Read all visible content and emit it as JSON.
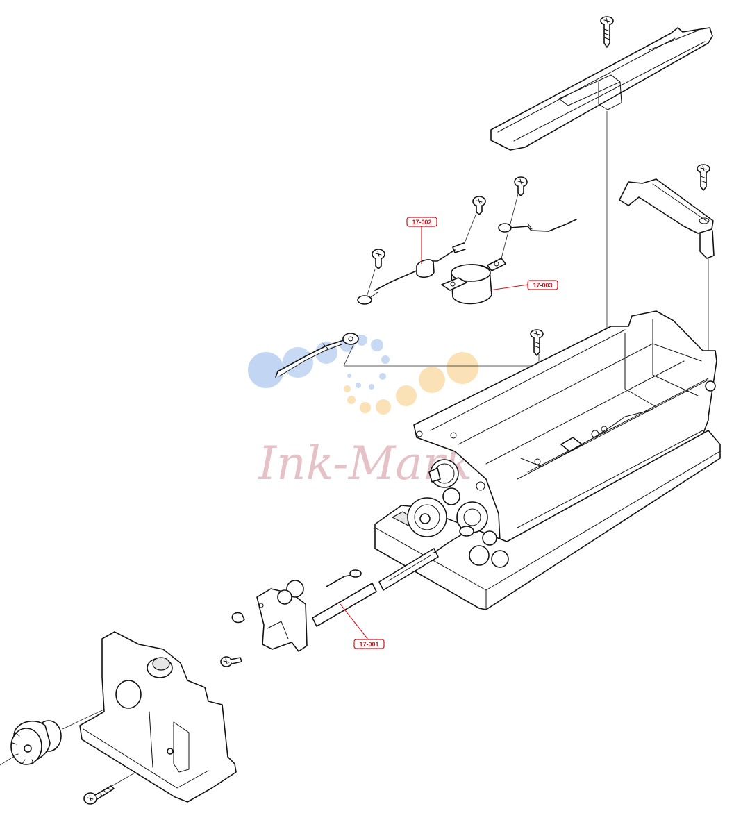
{
  "diagram": {
    "watermark_text": "Ink-Mark",
    "callouts": [
      {
        "id": "17-002",
        "text": "17-002"
      },
      {
        "id": "17-003",
        "text": "17-003"
      },
      {
        "id": "17-001",
        "text": "17-001"
      }
    ]
  },
  "colors": {
    "callout": "#d0141c",
    "line_art": "#111111",
    "watermark_blue": "#8fb3e8",
    "watermark_orange": "#f6c87a",
    "watermark_text": "#c77a86"
  }
}
